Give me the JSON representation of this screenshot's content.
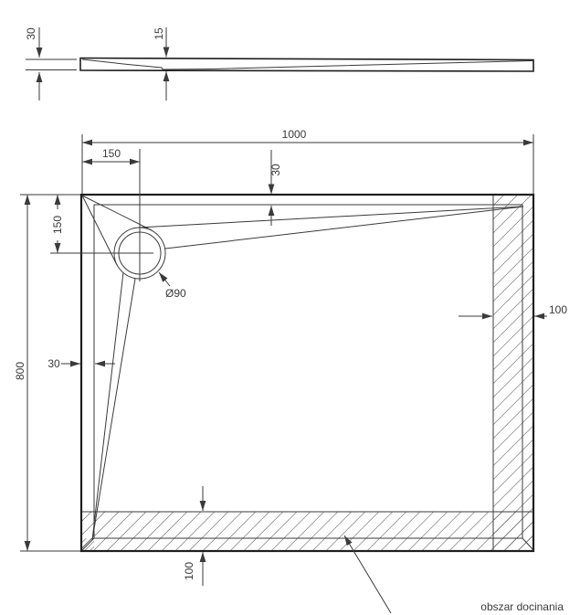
{
  "drawing": {
    "title_domain": "shower-tray-technical-drawing",
    "side_view": {
      "thickness": "30",
      "drain_depth": "15"
    },
    "plan_view": {
      "width": "1000",
      "height": "800",
      "drain_offset_x": "150",
      "drain_offset_y": "150",
      "rim_width_top": "30",
      "rim_width_left": "30",
      "drain_diameter": "Ø90",
      "trim_width_right": "100",
      "trim_width_bottom": "100",
      "trim_area_label": "obszar docinania"
    },
    "colors": {
      "line": "#3a3a3a",
      "outline": "#1e1e1e",
      "text": "#3a3a3a",
      "background": "#ffffff"
    }
  }
}
